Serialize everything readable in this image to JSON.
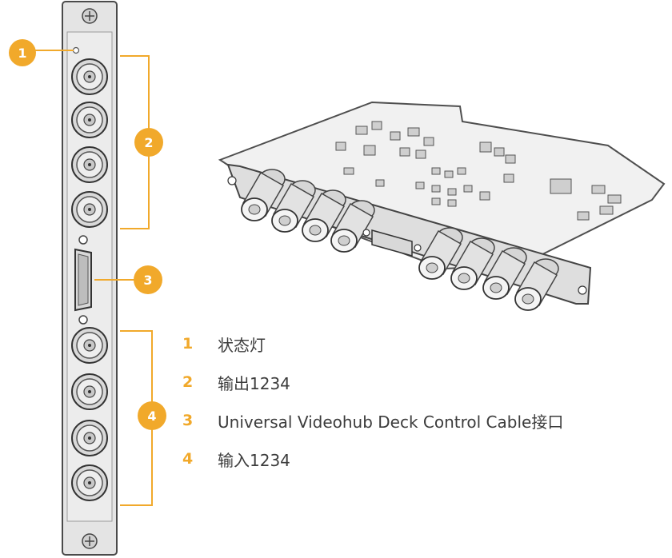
{
  "callouts": [
    {
      "number": "1",
      "text": "状态灯"
    },
    {
      "number": "2",
      "text": "输出1234"
    },
    {
      "number": "3",
      "text": "Universal Videohub Deck Control Cable接口"
    },
    {
      "number": "4",
      "text": "输入1234"
    }
  ],
  "colors": {
    "accent": "#f1a92b",
    "panel": "#e6e6e6",
    "panel_edge": "#5a5a5a",
    "text": "#3c3c3c"
  },
  "icons": [
    "bnc-connector-icon",
    "d-sub-connector-icon",
    "screw-icon",
    "status-led-icon",
    "card-photo"
  ]
}
